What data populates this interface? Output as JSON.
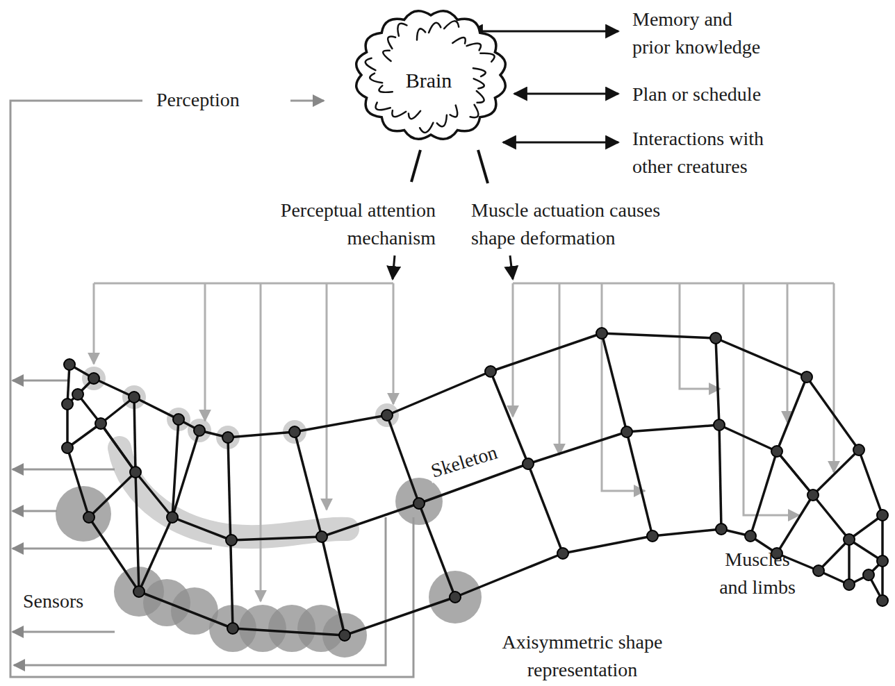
{
  "diagram": {
    "nodes": [
      {
        "text": [
          "Brain"
        ]
      }
    ],
    "labels": [
      "Memory and prior knowledge",
      "Plan or schedule",
      "Interactions with other creatures",
      "Perception",
      "Perceptual attention mechanism",
      "Muscle actuation causes shape deformation",
      "Skeleton",
      "Sensors",
      "Muscles and limbs",
      "Axisymmetric shape representation"
    ]
  }
}
